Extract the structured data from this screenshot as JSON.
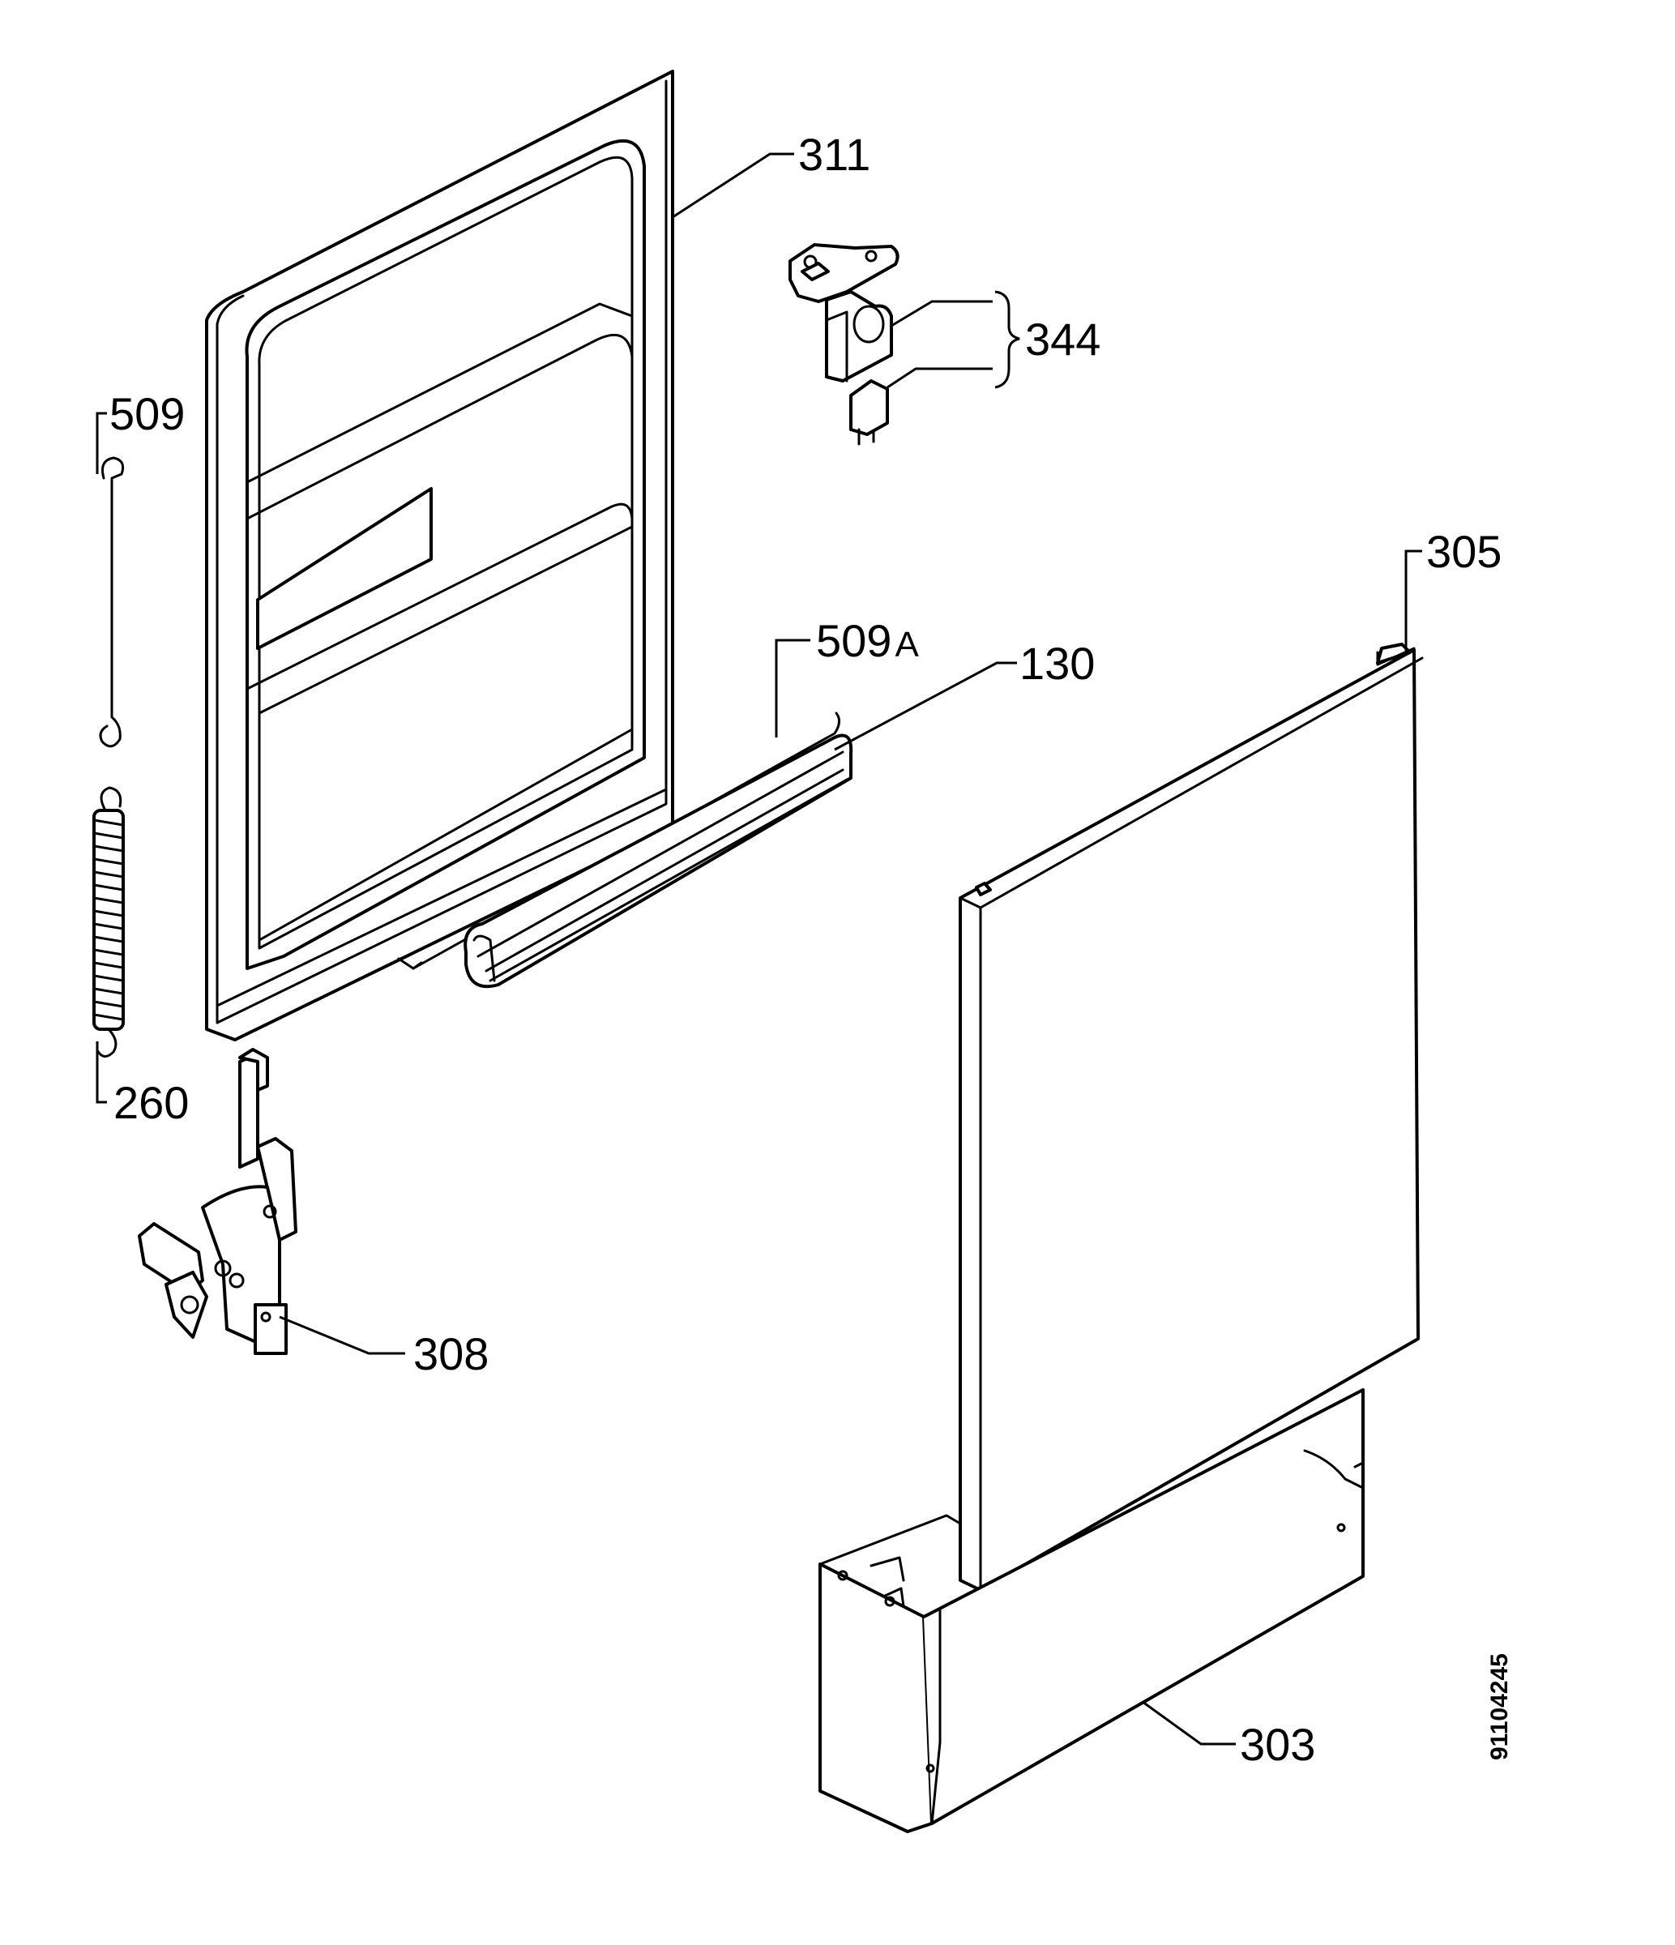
{
  "diagram": {
    "callouts": {
      "p311": "311",
      "p344": "344",
      "p509": "509",
      "p509a_num": "509",
      "p509a_suffix": "A",
      "p130": "130",
      "p305": "305",
      "p260": "260",
      "p308": "308",
      "p303": "303"
    },
    "reference_code": "91104245"
  }
}
